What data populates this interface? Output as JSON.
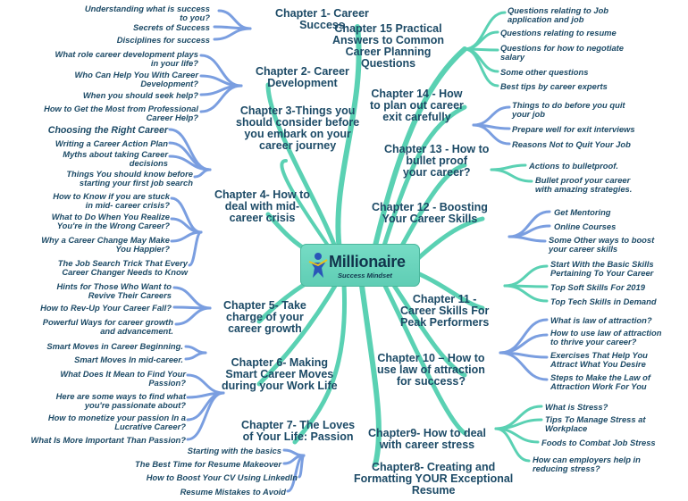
{
  "center": {
    "title": "Millionaire",
    "subtitle": "Success Mindset"
  },
  "chapters": [
    {
      "id": "c1",
      "lines": [
        "Chapter 1- Career",
        "Success"
      ]
    },
    {
      "id": "c2",
      "lines": [
        "Chapter 2- Career",
        "Development"
      ]
    },
    {
      "id": "c3",
      "lines": [
        "Chapter 3-Things you",
        "should consider before",
        "you embark on your",
        "career journey"
      ]
    },
    {
      "id": "c4",
      "lines": [
        "Chapter 4- How to",
        "deal with mid-",
        "career crisis"
      ]
    },
    {
      "id": "c5",
      "lines": [
        "Chapter 5- Take",
        "charge of your",
        "career growth"
      ]
    },
    {
      "id": "c6",
      "lines": [
        "Chapter 6- Making",
        "Smart Career Moves",
        "during your Work Life"
      ]
    },
    {
      "id": "c7",
      "lines": [
        "Chapter 7- The Loves",
        "of Your Life: Passion"
      ]
    },
    {
      "id": "c8",
      "lines": [
        "Chapter8- Creating and",
        "Formatting YOUR Exceptional",
        "Resume"
      ]
    },
    {
      "id": "c9",
      "lines": [
        "Chapter9- How to deal",
        "with career stress"
      ]
    },
    {
      "id": "c10",
      "lines": [
        "Chapter 10 – How to",
        "use law of attraction",
        "for success?"
      ]
    },
    {
      "id": "c11",
      "lines": [
        "Chapter 11 -",
        "Career Skills For",
        "Peak Performers"
      ]
    },
    {
      "id": "c12",
      "lines": [
        "Chapter 12 - Boosting",
        "Your Career Skills"
      ]
    },
    {
      "id": "c13",
      "lines": [
        "Chapter 13 - How to",
        "bullet proof",
        "your career?"
      ]
    },
    {
      "id": "c14",
      "lines": [
        "Chapter 14 - How",
        "to plan out career",
        "exit carefully"
      ]
    },
    {
      "id": "c15",
      "lines": [
        "Chapter 15 Practical",
        "Answers to Common",
        "Career Planning",
        "Questions"
      ]
    }
  ],
  "leaves": [
    {
      "id": "l1",
      "lines": [
        "Understanding what is success",
        "to you?"
      ]
    },
    {
      "id": "l2",
      "lines": [
        "Secrets of Success"
      ]
    },
    {
      "id": "l3",
      "lines": [
        "Disciplines for success"
      ]
    },
    {
      "id": "l4",
      "lines": [
        "What role career development plays",
        "in your life?"
      ]
    },
    {
      "id": "l5",
      "lines": [
        "Who Can Help You With Career",
        "Development?"
      ]
    },
    {
      "id": "l6",
      "lines": [
        "When you should seek help?"
      ]
    },
    {
      "id": "l7",
      "lines": [
        "How to Get the Most from Professional",
        "Career Help?"
      ]
    },
    {
      "id": "l8",
      "lines": [
        "Choosing the Right Career"
      ]
    },
    {
      "id": "l9",
      "lines": [
        "Writing a Career Action Plan"
      ]
    },
    {
      "id": "l10",
      "lines": [
        "Myths about taking Career",
        "decisions"
      ]
    },
    {
      "id": "l11",
      "lines": [
        "Things You should know before",
        "starting your first job search"
      ]
    },
    {
      "id": "l12",
      "lines": [
        "How to Know if you are stuck",
        "in mid- career crisis?"
      ]
    },
    {
      "id": "l13",
      "lines": [
        "What to Do When You Realize",
        "You're in the Wrong Career?"
      ]
    },
    {
      "id": "l14",
      "lines": [
        "Why a Career Change May Make",
        "You Happier?"
      ]
    },
    {
      "id": "l15",
      "lines": [
        "The Job Search Trick That Every",
        "Career Changer Needs to Know"
      ]
    },
    {
      "id": "l16",
      "lines": [
        "Hints for Those Who Want to",
        "Revive Their Careers"
      ]
    },
    {
      "id": "l17",
      "lines": [
        "How to Rev-Up Your Career Fall?"
      ]
    },
    {
      "id": "l18",
      "lines": [
        "Powerful Ways for career growth",
        "and advancement."
      ]
    },
    {
      "id": "l19",
      "lines": [
        "Smart Moves in Career Beginning."
      ]
    },
    {
      "id": "l20",
      "lines": [
        "Smart Moves In mid-career."
      ]
    },
    {
      "id": "l21",
      "lines": [
        "What Does It Mean to Find Your",
        "Passion?"
      ]
    },
    {
      "id": "l22",
      "lines": [
        "Here are some ways to find what",
        "you're passionate about?"
      ]
    },
    {
      "id": "l23",
      "lines": [
        "How to monetize your passion In a",
        "Lucrative Career?"
      ]
    },
    {
      "id": "l24",
      "lines": [
        "What Is More Important Than Passion?"
      ]
    },
    {
      "id": "l25",
      "lines": [
        "Starting with the basics"
      ]
    },
    {
      "id": "l26",
      "lines": [
        "The Best Time for Resume Makeover"
      ]
    },
    {
      "id": "l27",
      "lines": [
        "How to Boost Your CV Using LinkedIn"
      ]
    },
    {
      "id": "l28",
      "lines": [
        "Resume Mistakes to Avoid"
      ]
    },
    {
      "id": "r1",
      "lines": [
        "Questions relating to Job",
        "application and job"
      ]
    },
    {
      "id": "r2",
      "lines": [
        "Questions relating to resume"
      ]
    },
    {
      "id": "r3",
      "lines": [
        "Questions for how to negotiate",
        "salary"
      ]
    },
    {
      "id": "r4",
      "lines": [
        "Some other questions"
      ]
    },
    {
      "id": "r5",
      "lines": [
        "Best tips by career experts"
      ]
    },
    {
      "id": "r6",
      "lines": [
        "Things to do before you quit",
        "your job"
      ]
    },
    {
      "id": "r7",
      "lines": [
        "Prepare well for exit interviews"
      ]
    },
    {
      "id": "r8",
      "lines": [
        "Reasons Not to Quit Your Job"
      ]
    },
    {
      "id": "r9",
      "lines": [
        "Actions to bulletproof."
      ]
    },
    {
      "id": "r10",
      "lines": [
        "Bullet proof your career",
        "with amazing strategies."
      ]
    },
    {
      "id": "r11",
      "lines": [
        "Get Mentoring"
      ]
    },
    {
      "id": "r12",
      "lines": [
        "Online Courses"
      ]
    },
    {
      "id": "r13",
      "lines": [
        "Some Other ways to boost",
        "your career skills"
      ]
    },
    {
      "id": "r14",
      "lines": [
        "Start With the Basic Skills",
        "Pertaining To Your Career"
      ]
    },
    {
      "id": "r15",
      "lines": [
        "Top Soft Skills For 2019"
      ]
    },
    {
      "id": "r16",
      "lines": [
        "Top Tech Skills in Demand"
      ]
    },
    {
      "id": "r17",
      "lines": [
        "What is law of attraction?"
      ]
    },
    {
      "id": "r18",
      "lines": [
        "How to use law of attraction",
        "to thrive your career?"
      ]
    },
    {
      "id": "r19",
      "lines": [
        "Exercises That Help You",
        "Attract What You Desire"
      ]
    },
    {
      "id": "r20",
      "lines": [
        "Steps to Make the Law of",
        "Attraction Work For You"
      ]
    },
    {
      "id": "r21",
      "lines": [
        "What is Stress?"
      ]
    },
    {
      "id": "r22",
      "lines": [
        "Tips To Manage Stress at",
        "Workplace"
      ]
    },
    {
      "id": "r23",
      "lines": [
        "Foods to Combat Job Stress"
      ]
    },
    {
      "id": "r24",
      "lines": [
        "How can employers help in",
        "reducing stress?"
      ]
    }
  ],
  "colors": {
    "teal": "#5ad1b3",
    "blue": "#7a9ee0",
    "text": "#1c4a66",
    "center": "#6dd6bf"
  }
}
